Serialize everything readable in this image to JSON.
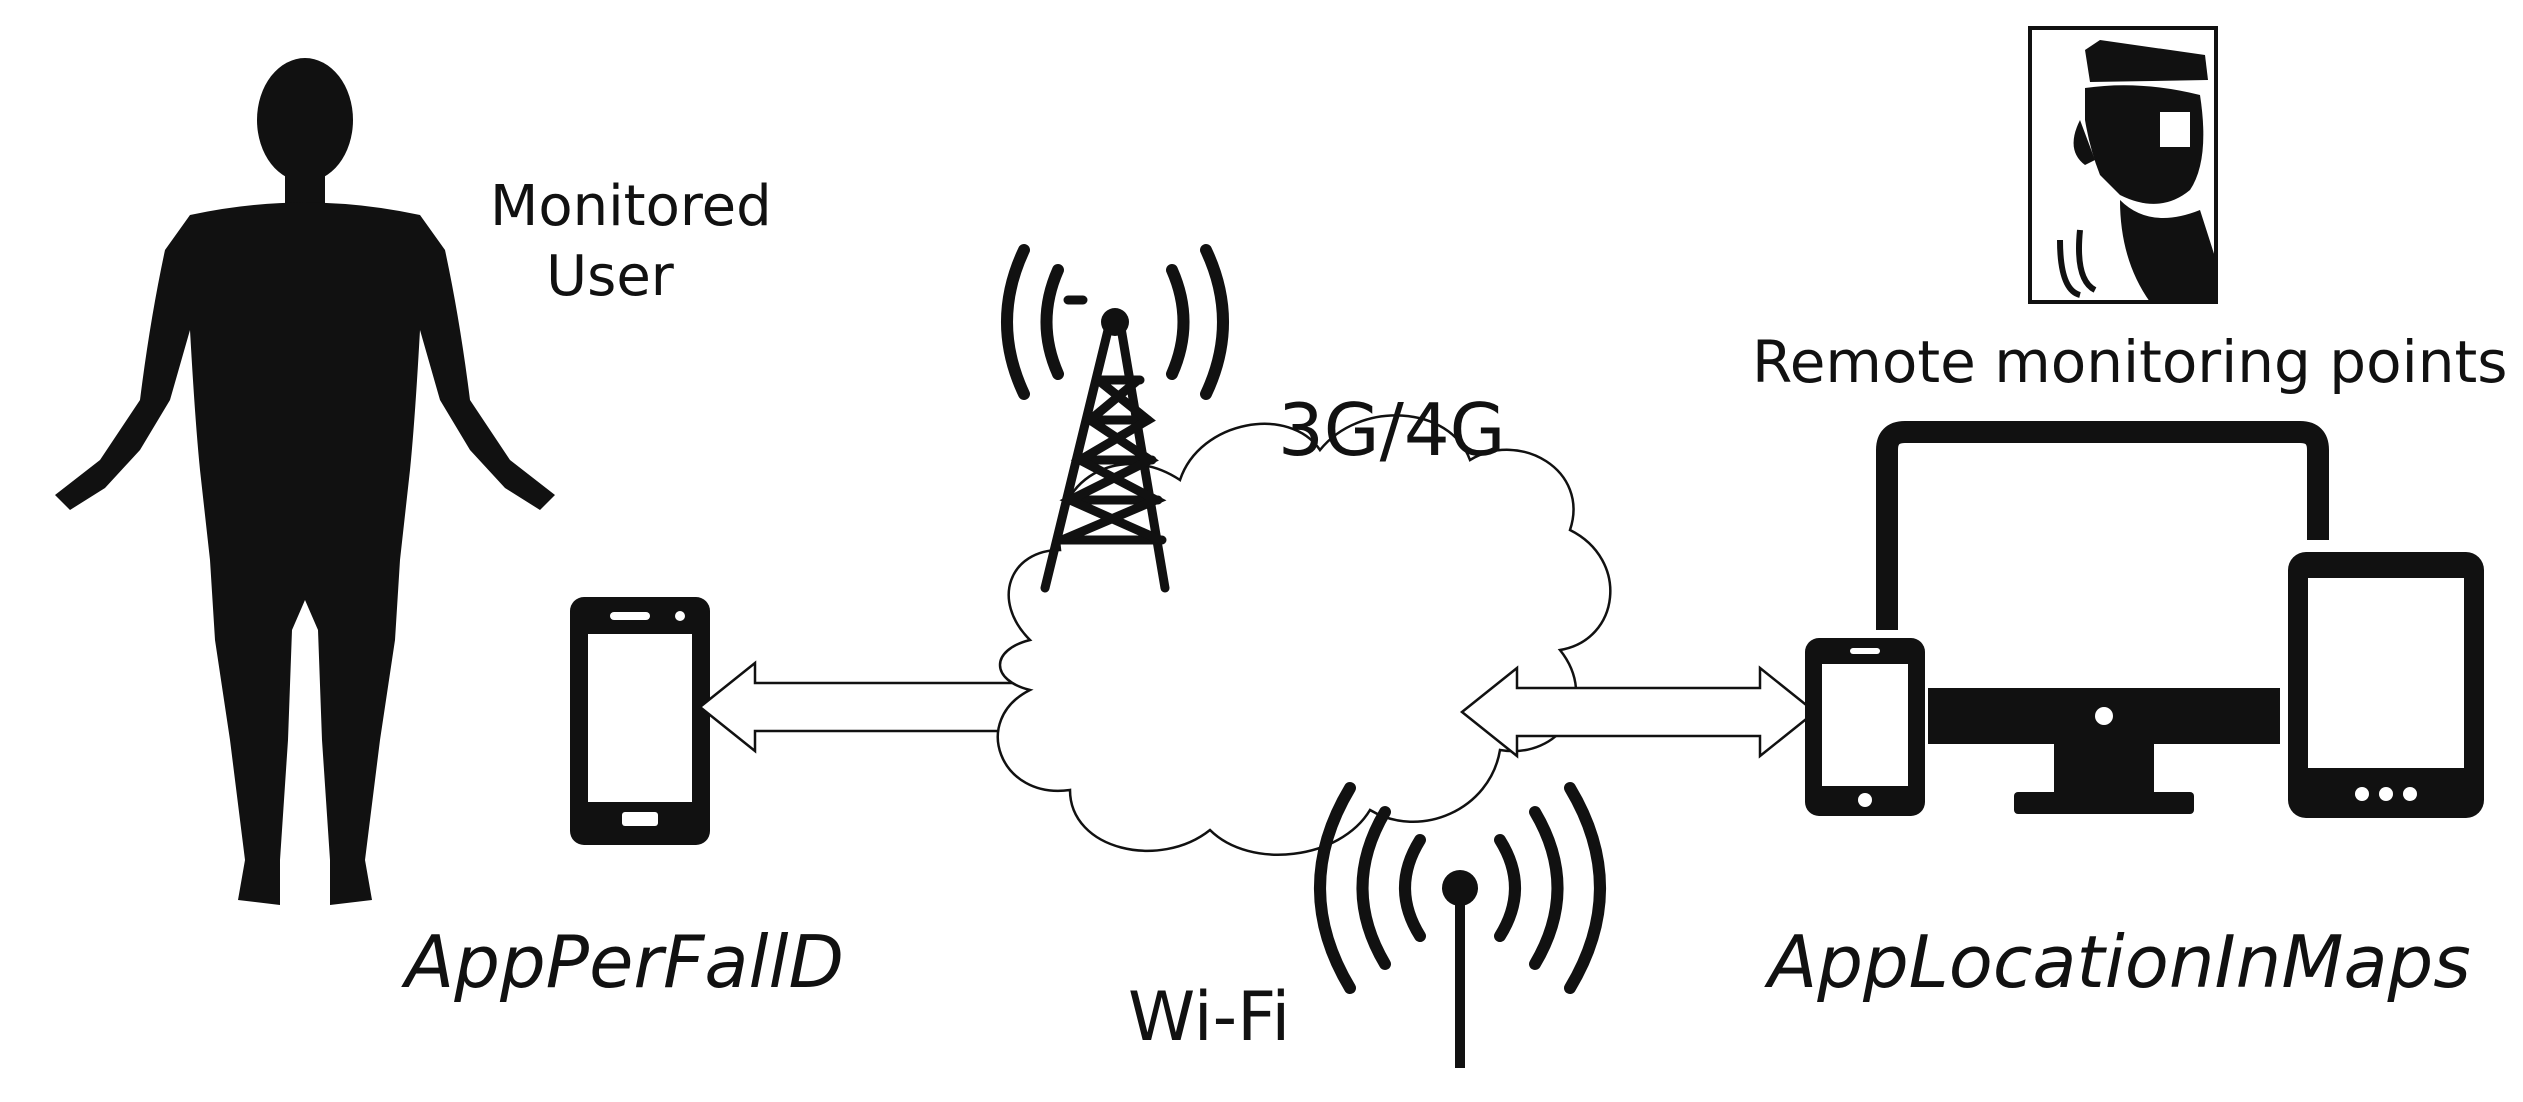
{
  "labels": {
    "monitored_user_line1": "Monitored",
    "monitored_user_line2": "User",
    "network": "3G/4G",
    "wifi": "Wi-Fi",
    "remote_points": "Remote monitoring points",
    "app_user": "AppPerFallD",
    "app_remote": "AppLocationInMaps"
  },
  "icons": [
    "human-silhouette-icon",
    "smartphone-icon",
    "cell-tower-icon",
    "cloud-icon",
    "wifi-antenna-icon",
    "remote-operator-icon",
    "monitor-icon",
    "tablet-icon",
    "double-arrow-icon"
  ],
  "colors": {
    "ink": "#111111",
    "background": "#ffffff"
  }
}
